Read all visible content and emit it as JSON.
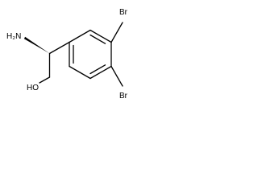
{
  "molecule": {
    "atoms": {
      "amine": "H₂N",
      "hydroxyl": "HO",
      "bromine_top": "Br",
      "bromine_bottom": "Br"
    },
    "stereo_bond": "wedge"
  }
}
